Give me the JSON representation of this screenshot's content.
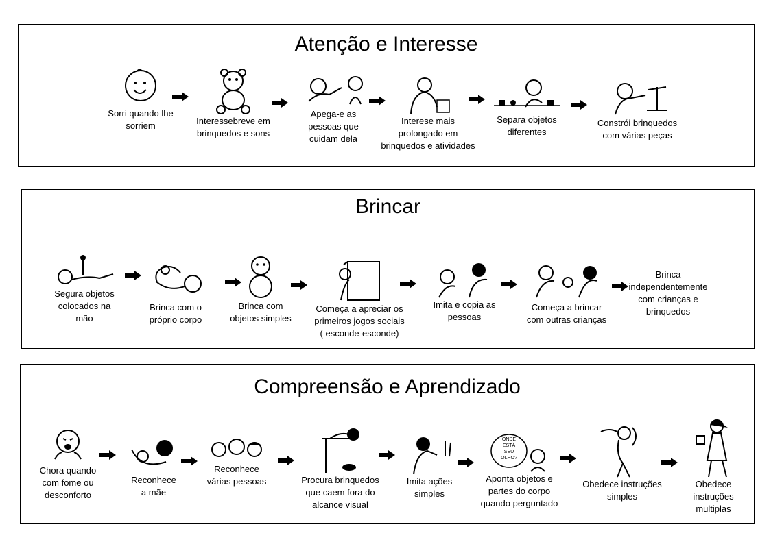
{
  "sections": [
    {
      "title": "Atenção e Interesse",
      "stages": [
        {
          "caption": "Sorri quando lhe\nsorriem",
          "icon": "smiling-baby-icon"
        },
        {
          "caption": "Interessebreve em\nbrinquedos e sons",
          "icon": "teddy-bear-icon"
        },
        {
          "caption": "Apega-e as\npessoas que\ncuidam dela",
          "icon": "baby-reaching-adult-icon"
        },
        {
          "caption": "Interese mais\nprolongado em\nbrinquedos e atividades",
          "icon": "child-with-toy-icon"
        },
        {
          "caption": "Separa objetos\ndiferentes",
          "icon": "child-sorting-objects-icon"
        },
        {
          "caption": "Constrói brinquedos\ncom várias peças",
          "icon": "child-building-toy-icon"
        }
      ]
    },
    {
      "title": "Brincar",
      "stages": [
        {
          "caption": "Segura objetos\ncolocados na\nmão",
          "icon": "lying-baby-holding-rattle-icon"
        },
        {
          "caption": "Brinca com o\npróprio corpo",
          "icon": "baby-playing-feet-icon"
        },
        {
          "caption": "Brinca com\nobjetos simples",
          "icon": "sitting-baby-icon"
        },
        {
          "caption": "Começa a apreciar os\nprimeiros jogos sociais\n( esconde-esconde)",
          "icon": "peekaboo-box-icon"
        },
        {
          "caption": "Imita e copia as\npessoas",
          "icon": "baby-imitating-adult-icon"
        },
        {
          "caption": "Começa a brincar\ncom outras crianças",
          "icon": "children-playing-icon"
        },
        {
          "caption": "Brinca\nindependentemente\ncom crianças e\nbrinquedos",
          "icon": ""
        }
      ]
    },
    {
      "title": "Compreensão e Aprendizado",
      "stages": [
        {
          "caption": "Chora quando\ncom fome ou\ndesconforto",
          "icon": "crying-baby-icon"
        },
        {
          "caption": "Reconhece\na mãe",
          "icon": "mother-holding-baby-icon"
        },
        {
          "caption": "Reconhece\nvárias pessoas",
          "icon": "several-faces-icon"
        },
        {
          "caption": "Procura brinquedos\nque caem fora do\nalcance visual",
          "icon": "baby-looking-down-icon"
        },
        {
          "caption": "Imita ações\nsimples",
          "icon": "child-waving-icon"
        },
        {
          "caption": "Aponta objetos e\npartes do corpo\nquando perguntado",
          "icon": "speech-bubble-child-icon",
          "bubble": "ONDE\nESTÁ\nSEU\nOLHO?"
        },
        {
          "caption": "Obedece instruções\nsimples",
          "icon": "walking-child-icon"
        },
        {
          "caption": "Obedece\ninstruções\nmultiplas",
          "icon": "girl-carrying-toy-icon"
        }
      ]
    }
  ]
}
